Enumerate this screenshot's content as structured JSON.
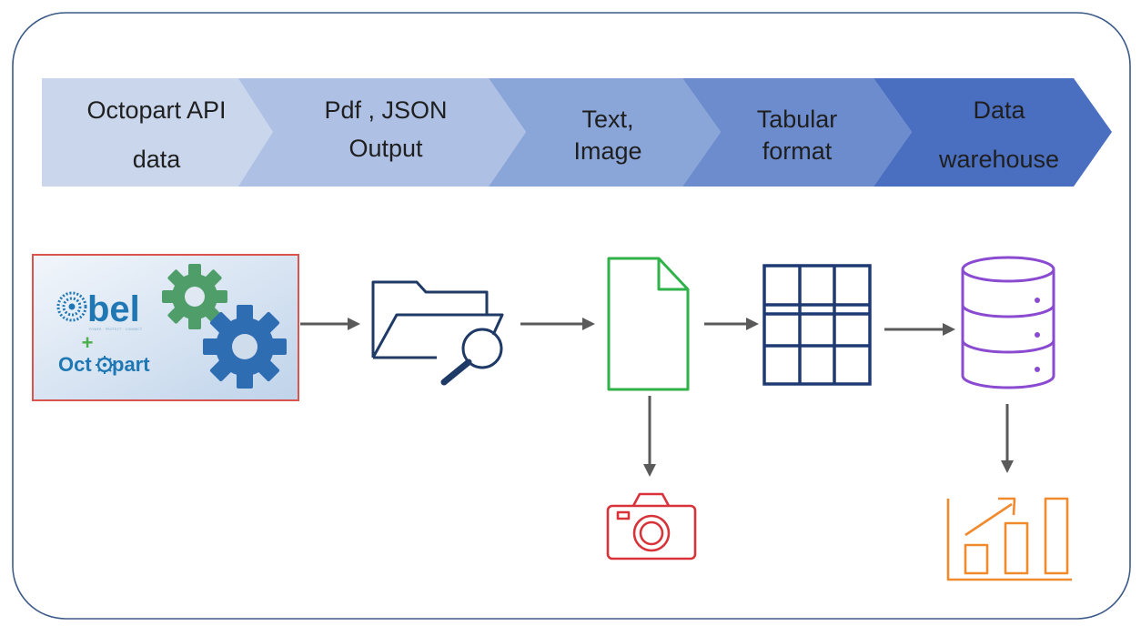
{
  "pipeline": {
    "stages": [
      {
        "line1": "Octopart API",
        "line2": "data"
      },
      {
        "line1": "Pdf , JSON",
        "line2": "Output"
      },
      {
        "line1": "Text,",
        "line2": "Image"
      },
      {
        "line1": "Tabular",
        "line2": "format"
      },
      {
        "line1": "Data",
        "line2": "warehouse"
      }
    ],
    "stage_colors": [
      "#c9d6ec",
      "#aec0e4",
      "#8aa5d8",
      "#6d8cce",
      "#4a6fc0"
    ]
  },
  "logo": {
    "bel_text": "bel",
    "bel_tagline": "POWER · PROTECT · CONNECT",
    "plus": "+",
    "octopart_prefix": "Oct",
    "octopart_suffix": "part"
  },
  "icons": {
    "folder": "folder-search-icon",
    "document": "document-icon",
    "table": "table-grid-icon",
    "database": "database-icon",
    "camera": "camera-icon",
    "chart": "growth-bar-chart-icon"
  },
  "colors": {
    "frame": "#3b5a87",
    "arrow": "#5a5a5a",
    "source_border": "#d9534f",
    "folder": "#1f3a66",
    "document": "#2fb24a",
    "table": "#1f3a72",
    "database": "#8a4bd0",
    "camera": "#d9333a",
    "chart": "#f08a2c"
  }
}
